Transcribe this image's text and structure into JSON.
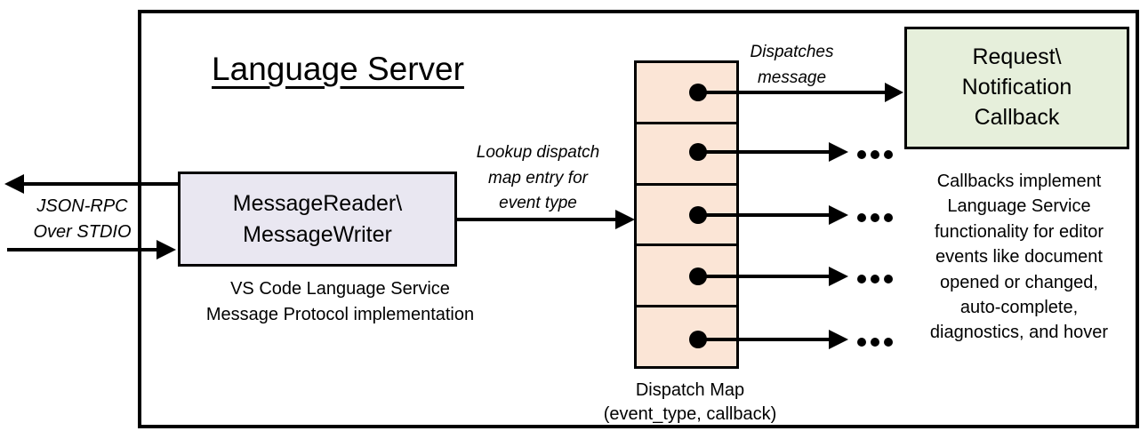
{
  "title": "Language Server",
  "message_box": {
    "lines": [
      "MessageReader\\",
      "MessageWriter"
    ],
    "caption_lines": [
      "VS Code Language Service",
      "Message Protocol implementation"
    ]
  },
  "callback_box": {
    "lines": [
      "Request\\",
      "Notification",
      "Callback"
    ]
  },
  "dispatch_map": {
    "row_count": 5,
    "caption_lines": [
      "Dispatch Map",
      "(event_type, callback)"
    ]
  },
  "flow_labels": {
    "json_rpc_lines": [
      "JSON-RPC",
      "Over STDIO"
    ],
    "lookup_lines": [
      "Lookup dispatch",
      "map entry for",
      "event type"
    ],
    "dispatches_lines": [
      "Dispatches",
      "message"
    ]
  },
  "callback_note_lines": [
    "Callbacks implement",
    "Language Service",
    "functionality for editor",
    "events like document",
    "opened or changed,",
    "auto-complete,",
    "diagnostics, and hover"
  ],
  "colors": {
    "message_box_fill": "#E9E7F1",
    "dispatch_cell_fill": "#FBE5D6",
    "callback_box_fill": "#E6EFDB",
    "line_color": "#000000"
  }
}
